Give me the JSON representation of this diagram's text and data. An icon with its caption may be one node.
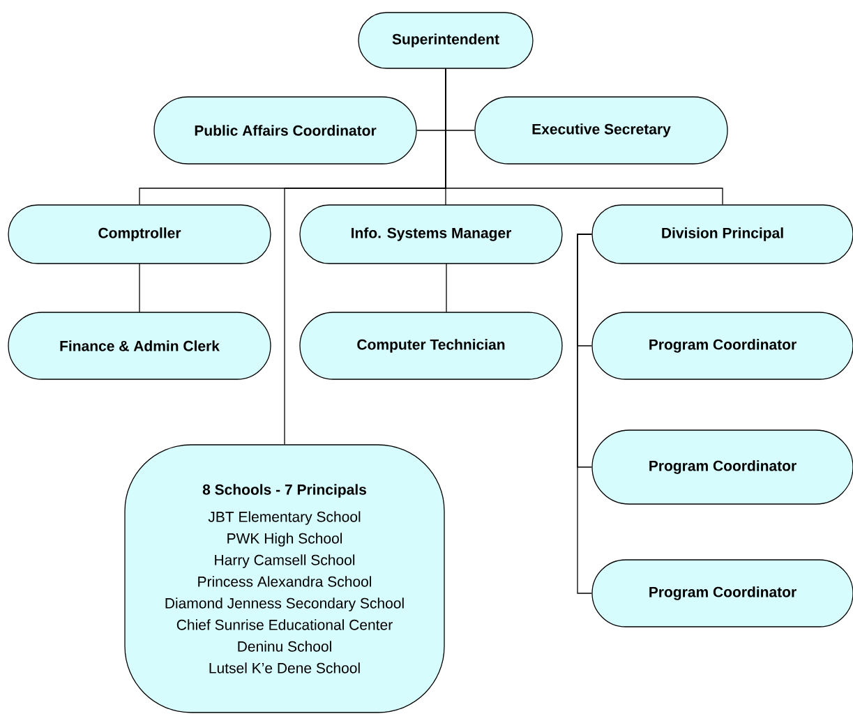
{
  "diagram": {
    "nodes": [
      {
        "text": [
          "Superintendent"
        ]
      },
      {
        "text": [
          "Public Affairs Coordinator"
        ]
      },
      {
        "text": [
          "Executive Secretary"
        ]
      },
      {
        "text": [
          "Comptroller"
        ]
      },
      {
        "text": [
          "Info. Systems Manager"
        ]
      },
      {
        "text": [
          "Division Principal"
        ]
      },
      {
        "text": [
          "Finance & Admin Clerk"
        ]
      },
      {
        "text": [
          "Computer Technician"
        ]
      },
      {
        "text": [
          "8 Schools - 7 Principals",
          "JBT Elementary School",
          "PWK High School",
          "Harry Camsell School",
          "Princess Alexandra School",
          "Diamond Jenness Secondary School",
          "Chief Sunrise Educational Center",
          "Deninu School",
          "Lutsel K’e Dene School"
        ]
      },
      {
        "text": [
          "Program Coordinator"
        ]
      },
      {
        "text": [
          "Program Coordinator"
        ]
      },
      {
        "text": [
          "Program Coordinator"
        ]
      }
    ],
    "edges": [
      {
        "from": 0,
        "to": 1,
        "arrow": "none"
      },
      {
        "from": 0,
        "to": 2,
        "arrow": "none"
      },
      {
        "from": 0,
        "to": 3,
        "arrow": "none"
      },
      {
        "from": 0,
        "to": 8,
        "arrow": "none"
      },
      {
        "from": 0,
        "to": 4,
        "arrow": "none"
      },
      {
        "from": 0,
        "to": 5,
        "arrow": "none"
      },
      {
        "from": 3,
        "to": 6,
        "arrow": "none"
      },
      {
        "from": 4,
        "to": 7,
        "arrow": "none"
      },
      {
        "from": 5,
        "to": 9,
        "arrow": "none"
      },
      {
        "from": 5,
        "to": 10,
        "arrow": "none"
      },
      {
        "from": 5,
        "to": 11,
        "arrow": "none"
      }
    ]
  }
}
